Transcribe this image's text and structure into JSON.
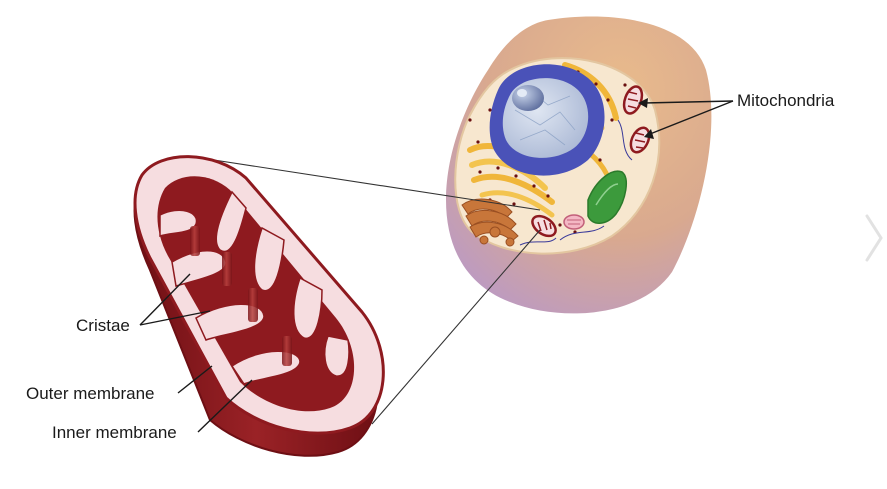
{
  "diagram": {
    "labels": {
      "mitochondria": "Mitochondria",
      "cristae": "Cristae",
      "outer_membrane": "Outer membrane",
      "inner_membrane": "Inner membrane"
    }
  },
  "colors": {
    "cytoplasm_tan": "#e8b98a",
    "cell_purple": "#b79ac8",
    "nucleus_blue": "#4a52b8",
    "golgi_yellow": "#f0b63a",
    "mitochondrion_red": "#8e1a1f",
    "mitochondrion_pink": "#f6dde0",
    "chloroplast_green": "#3c9a3c"
  },
  "navigation": {
    "next_icon": "chevron-right-icon"
  }
}
